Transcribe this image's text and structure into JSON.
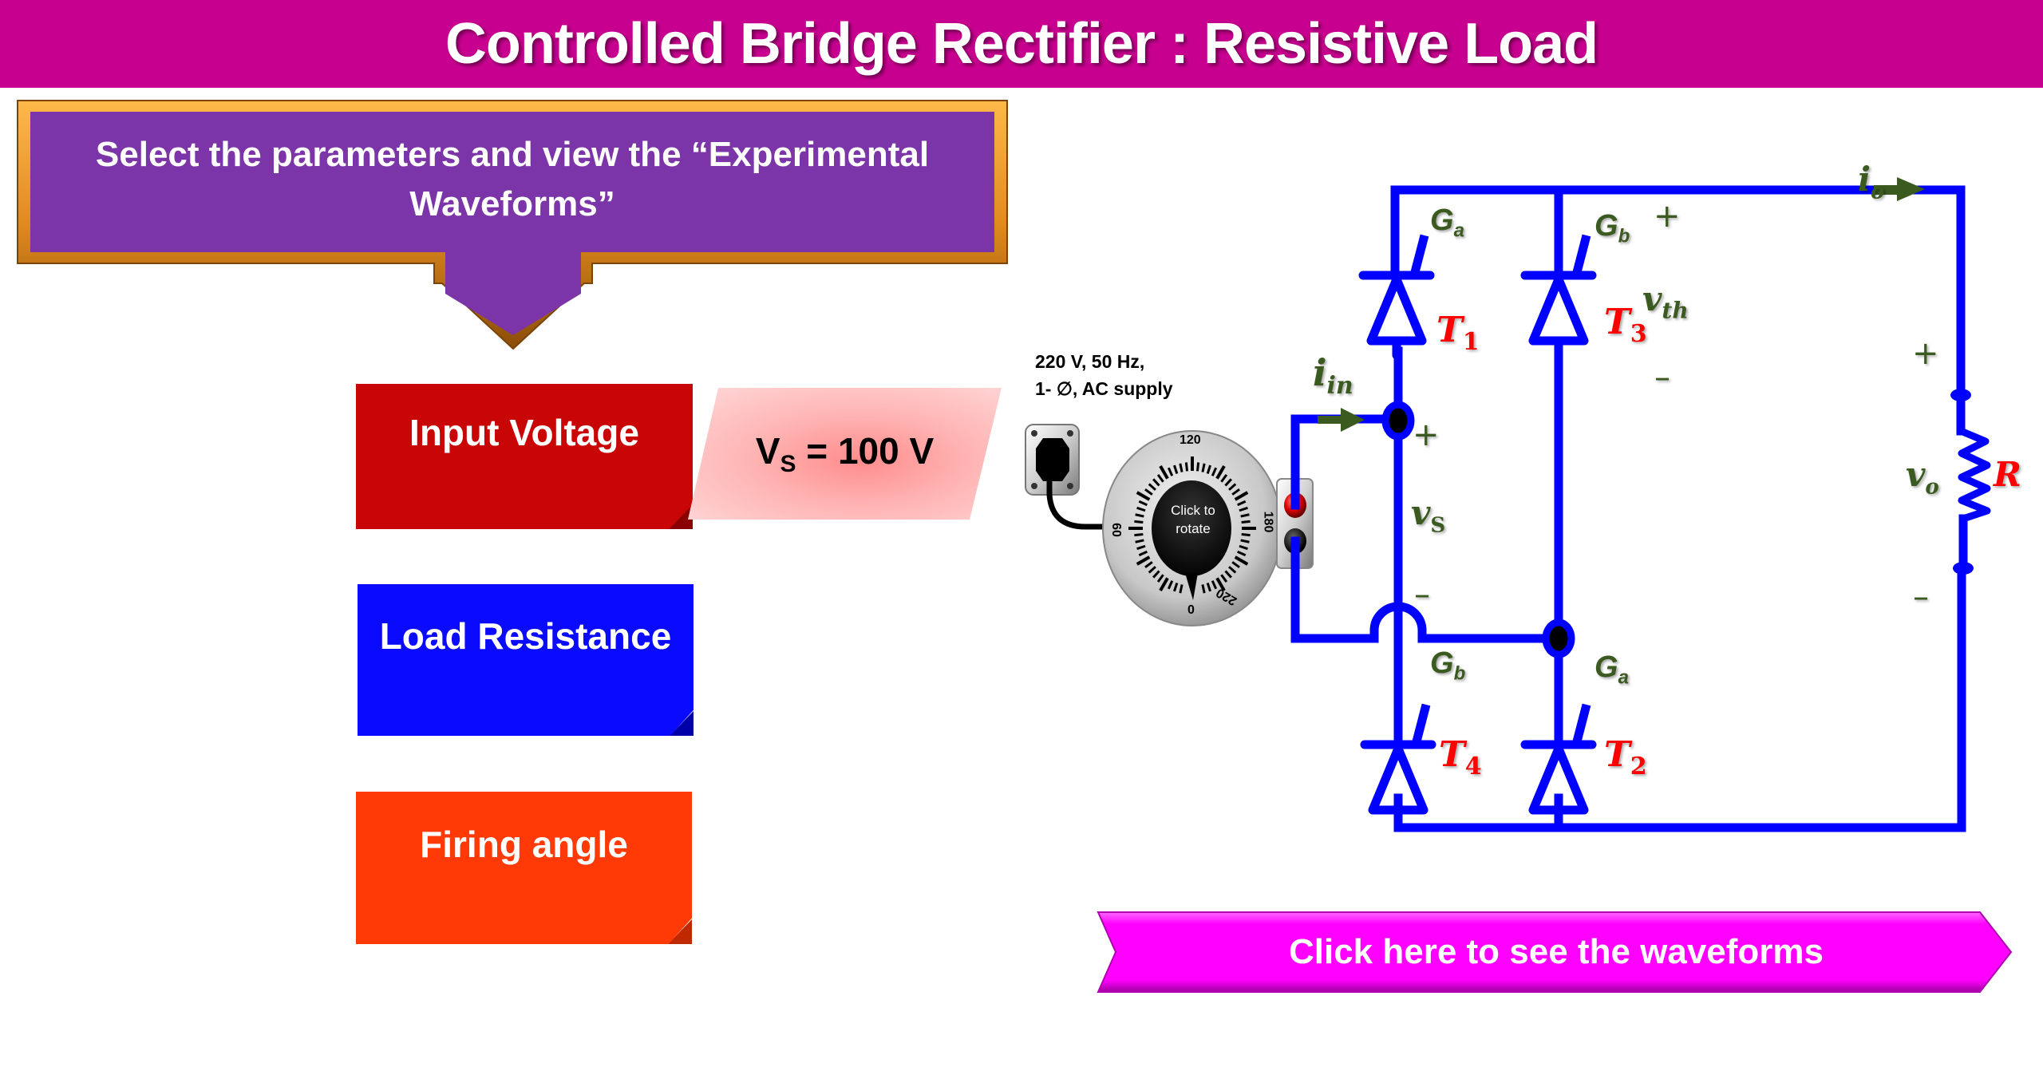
{
  "header": {
    "title": "Controlled Bridge Rectifier : Resistive Load"
  },
  "instruction": {
    "text": "Select the parameters and view the “Experimental Waveforms”"
  },
  "parameters": [
    {
      "label": "Input Voltage",
      "color": "#c90606"
    },
    {
      "label": "Load Resistance",
      "color": "#0a0aff"
    },
    {
      "label": "Firing angle",
      "color": "#ff3a06"
    }
  ],
  "input_voltage_display": {
    "symbol": "V",
    "subscript": "S",
    "value_text": " = 100 V"
  },
  "supply": {
    "line1": "220 V, 50 Hz,",
    "line2": "1- ∅, AC supply"
  },
  "autotransformer": {
    "knob_text_line1": "Click to",
    "knob_text_line2": "rotate",
    "scale_labels": [
      "0",
      "60",
      "120",
      "180",
      "220"
    ]
  },
  "circuit": {
    "thyristors": [
      {
        "name": "T",
        "sub": "1",
        "gate": "G",
        "gate_sub": "a"
      },
      {
        "name": "T",
        "sub": "3",
        "gate": "G",
        "gate_sub": "b"
      },
      {
        "name": "T",
        "sub": "4",
        "gate": "G",
        "gate_sub": "b"
      },
      {
        "name": "T",
        "sub": "2",
        "gate": "G",
        "gate_sub": "a"
      }
    ],
    "labels": {
      "i_in": "i",
      "i_in_sub": "in",
      "i_o": "i",
      "i_o_sub": "o",
      "v_s": "v",
      "v_s_sub": "S",
      "v_th": "v",
      "v_th_sub": "th",
      "v_o": "v",
      "v_o_sub": "o",
      "R": "R",
      "plus": "+",
      "minus": "–"
    },
    "wire_color": "#0000ff",
    "label_color": "#3a5a20",
    "device_label_color": "#ff0000"
  },
  "waveform_button": {
    "label": "Click here to see the waveforms",
    "color": "#ff00ff"
  },
  "colors": {
    "title_bar": "#c8008f",
    "callout_fill": "#7b35a8",
    "callout_border": "#e08a1e"
  }
}
